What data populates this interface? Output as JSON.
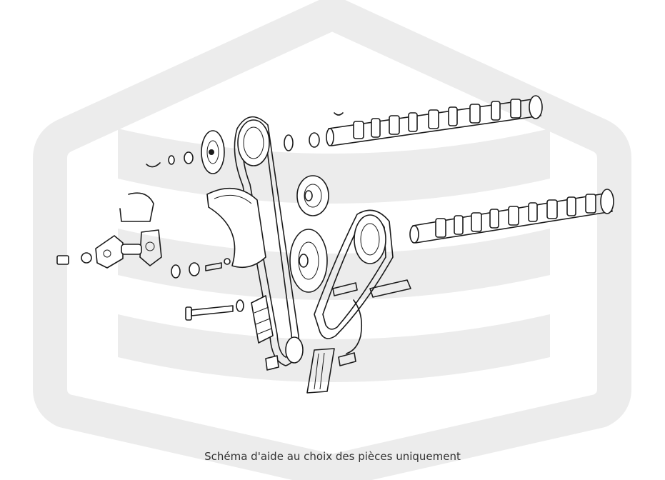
{
  "caption": "Schéma d'aide au choix des pièces uniquement",
  "colors": {
    "watermark": "#ececec",
    "line": "#1b1b1b",
    "caption": "#333333"
  },
  "parts": [
    "left-camshaft",
    "right-camshaft",
    "camshaft-sprocket-left",
    "camshaft-sprocket-right",
    "upper-sprocket",
    "timing-chain-left",
    "timing-chain-right",
    "chain-guide-rail",
    "tensioner-body",
    "tensioner-bracket",
    "guide-bolt",
    "crankshaft-sprocket",
    "small-idler",
    "small-fasteners",
    "chain-link-lock"
  ]
}
